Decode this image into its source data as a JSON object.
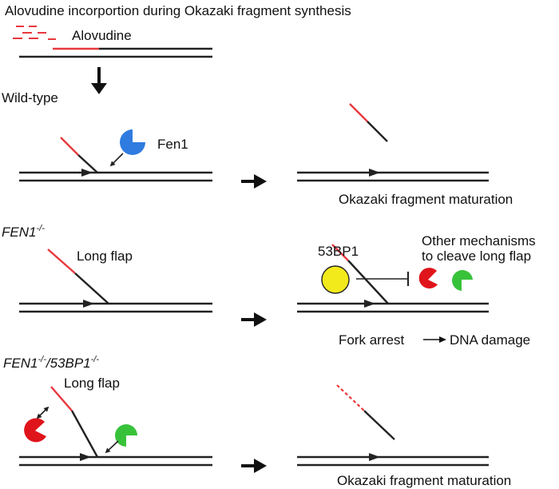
{
  "title": "Alovudine incorportion during Okazaki fragment synthesis",
  "colors": {
    "strand": "#222222",
    "alovudine": "#e8383d",
    "fen1": "#2f7be0",
    "bp53": "#f2ea1a",
    "red_enzyme": "#e0141b",
    "green_enzyme": "#38c23a"
  },
  "intro": {
    "alovudine_label": "Alovudine"
  },
  "panel_wt": {
    "genotype": "Wild-type",
    "enzyme_label": "Fen1",
    "result_label": "Okazaki fragment maturation"
  },
  "panel_fen1": {
    "genotype_base": "FEN1",
    "genotype_sup": "-/-",
    "flap_label": "Long flap",
    "protein_label": "53BP1",
    "mechanism_line1": "Other mechanisms",
    "mechanism_line2": "to cleave long flap",
    "result_left": "Fork arrest",
    "result_right": "DNA damage"
  },
  "panel_dko": {
    "genotype_a": "FEN1",
    "genotype_a_sup": "-/-",
    "genotype_sep": "/53BP1",
    "genotype_b_sup": "-/-",
    "flap_label": "Long flap",
    "result_label": "Okazaki fragment maturation"
  },
  "icons": [
    "down-arrow-icon",
    "right-arrow-icon",
    "inhibition-icon",
    "pacman-enzyme-icon"
  ]
}
